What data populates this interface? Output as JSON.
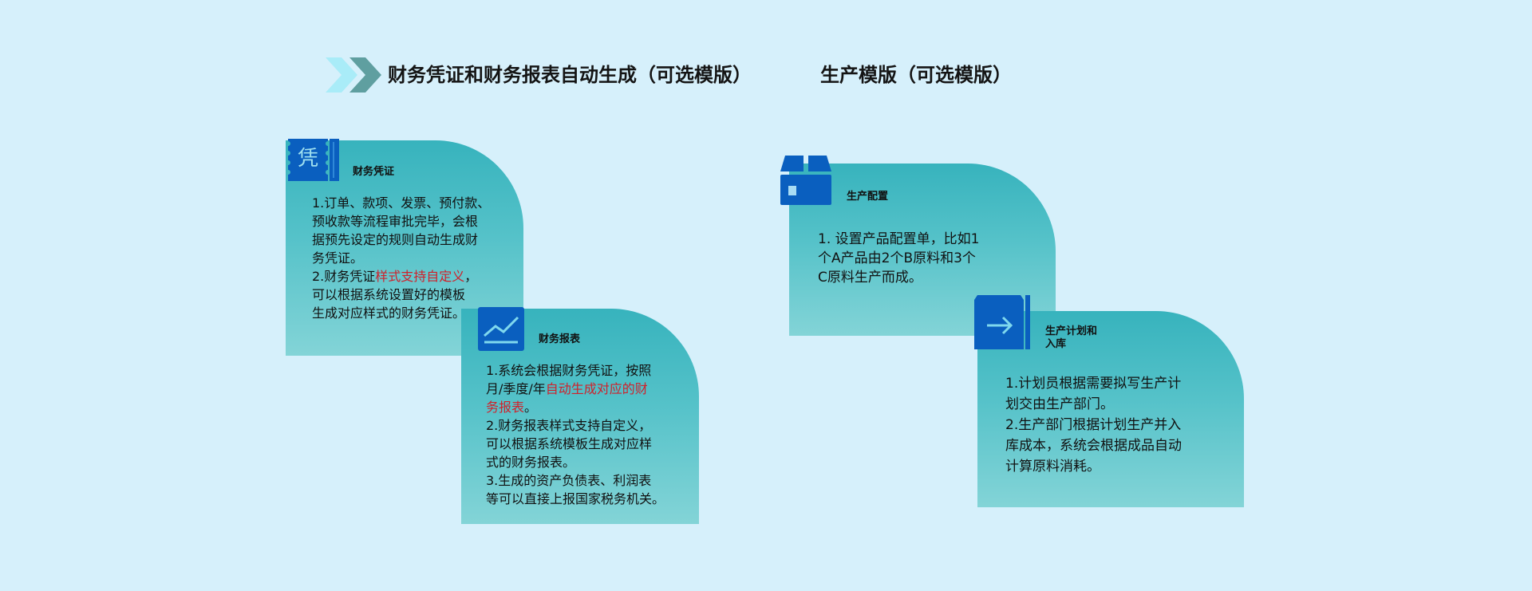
{
  "header": {
    "left_title": "财务凭证和财务报表自动生成（可选模版）",
    "right_title": "生产模版（可选模版）"
  },
  "cards": {
    "voucher": {
      "icon_char": "凭",
      "label": "财务凭证",
      "lines": [
        {
          "pre": "1.订单、款项、发票、预付款、",
          "hl": "",
          "post": ""
        },
        {
          "pre": "预收款等流程审批完毕，会根",
          "hl": "",
          "post": ""
        },
        {
          "pre": "据预先设定的规则自动生成财",
          "hl": "",
          "post": ""
        },
        {
          "pre": "务凭证。",
          "hl": "",
          "post": ""
        },
        {
          "pre": "2.财务凭证",
          "hl": "样式支持自定义",
          "post": "，"
        },
        {
          "pre": "可以根据系统设置好的模板",
          "hl": "",
          "post": ""
        },
        {
          "pre": "生成对应样式的财务凭证。",
          "hl": "",
          "post": ""
        }
      ]
    },
    "report": {
      "label": "财务报表",
      "lines": [
        {
          "pre": "1.系统会根据财务凭证，按照",
          "hl": "",
          "post": ""
        },
        {
          "pre": "月/季度/年",
          "hl": "自动生成对应的财",
          "post": ""
        },
        {
          "pre": "",
          "hl": "务报表",
          "post": "。"
        },
        {
          "pre": "2.财务报表样式支持自定义，",
          "hl": "",
          "post": ""
        },
        {
          "pre": "可以根据系统模板生成对应样",
          "hl": "",
          "post": ""
        },
        {
          "pre": "式的财务报表。",
          "hl": "",
          "post": ""
        },
        {
          "pre": "3.生成的资产负债表、利润表",
          "hl": "",
          "post": ""
        },
        {
          "pre": "等可以直接上报国家税务机关。",
          "hl": "",
          "post": ""
        }
      ]
    },
    "config": {
      "label": "生产配置",
      "lines": [
        {
          "pre": "1. 设置产品配置单，比如1",
          "hl": "",
          "post": ""
        },
        {
          "pre": "个A产品由2个B原料和3个",
          "hl": "",
          "post": ""
        },
        {
          "pre": "C原料生产而成。",
          "hl": "",
          "post": ""
        }
      ]
    },
    "plan": {
      "label_line1": "生产计划和",
      "label_line2": "入库",
      "lines": [
        {
          "pre": "1.计划员根据需要拟写生产计",
          "hl": "",
          "post": ""
        },
        {
          "pre": "划交由生产部门。",
          "hl": "",
          "post": ""
        },
        {
          "pre": "2.生产部门根据计划生产并入",
          "hl": "",
          "post": ""
        },
        {
          "pre": "库成本，系统会根据成品自动",
          "hl": "",
          "post": ""
        },
        {
          "pre": "计算原料消耗。",
          "hl": "",
          "post": ""
        }
      ]
    }
  },
  "colors": {
    "icon_blue": "#0a5fbf",
    "highlight_red": "#d0202a",
    "card_top": "#37b3bd",
    "card_bottom": "#83d4d7"
  }
}
